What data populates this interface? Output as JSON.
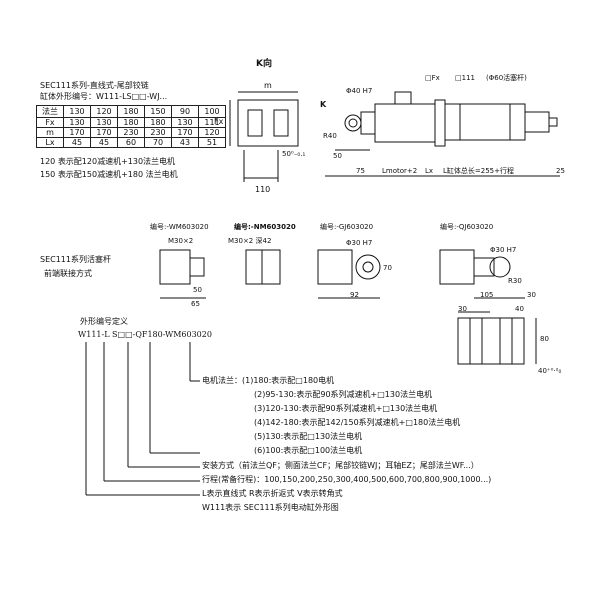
{
  "header": {
    "series_title": "SEC111系列-直线式-尾部铰链",
    "code_label": "缸体外形编号：W111-LS□□-WJ...",
    "note_120": "120 表示配120减速机+130法兰电机",
    "note_150": "150 表示配150减速机+180 法兰电机"
  },
  "spec_table": {
    "rows": [
      {
        "label": "法兰",
        "values": [
          "130",
          "120",
          "180",
          "150",
          "90",
          "100"
        ]
      },
      {
        "label": "Fx",
        "values": [
          "130",
          "130",
          "180",
          "180",
          "130",
          "111"
        ]
      },
      {
        "label": "m",
        "values": [
          "170",
          "170",
          "230",
          "230",
          "170",
          "120"
        ]
      },
      {
        "label": "Lx",
        "values": [
          "45",
          "45",
          "60",
          "70",
          "43",
          "51"
        ]
      }
    ]
  },
  "kview": {
    "title": "K向",
    "m": "m",
    "fx": "Fx",
    "tol": "50⁰₋₀.₁",
    "w110": "110"
  },
  "main_drawing": {
    "phi40": "Φ40 H7",
    "k": "K",
    "r40": "R40",
    "d50": "50",
    "d75": "75",
    "lmotor": "Lmotor+2",
    "lx": "Lx",
    "lbody": "L缸体总长=255+行程",
    "d25": "25",
    "fx_note": "□Fx",
    "sq111": "□111",
    "rod": "(Φ60活塞杆)"
  },
  "rod_ends": {
    "section_title_1": "SEC111系列活塞杆",
    "section_title_2": "前端联接方式",
    "wm": {
      "code": "编号:-WM603020",
      "thread": "M30×2",
      "d50": "50",
      "d65": "65"
    },
    "nm": {
      "code": "编号:-NM603020",
      "thread": "M30×2 深42"
    },
    "gj": {
      "code": "编号:-GJ603020",
      "phi": "Φ30 H7",
      "d70": "70",
      "d92": "92"
    },
    "qj": {
      "code": "编号:-QJ603020",
      "phi": "Φ30 H7",
      "r30": "R30",
      "d105": "105",
      "d30": "30"
    }
  },
  "clevis": {
    "d30a": "30",
    "d40": "40",
    "d80": "80",
    "tol": "40⁺⁰·²₀"
  },
  "definition": {
    "title": "外形编号定义",
    "code": "W111-L S□□-QF180-WM603020",
    "items": [
      "电机法兰：(1)180:表示配□180电机",
      "(2)95-130:表示配90系列减速机+□130法兰电机",
      "(3)120-130:表示配90系列减速机+□130法兰电机",
      "(4)142-180:表示配142/150系列减速机+□180法兰电机",
      "(5)130:表示配□130法兰电机",
      "(6)100:表示配□100法兰电机",
      "安装方式（前法兰QF；侧面法兰CF；尾部铰链WJ；耳轴EZ；尾部法兰WF...）",
      "行程(常备行程)：100,150,200,250,300,400,500,600,700,800,900,1000...)",
      "L表示直线式 R表示折返式 V表示转角式",
      "W111表示 SEC111系列电动缸外形图"
    ]
  }
}
